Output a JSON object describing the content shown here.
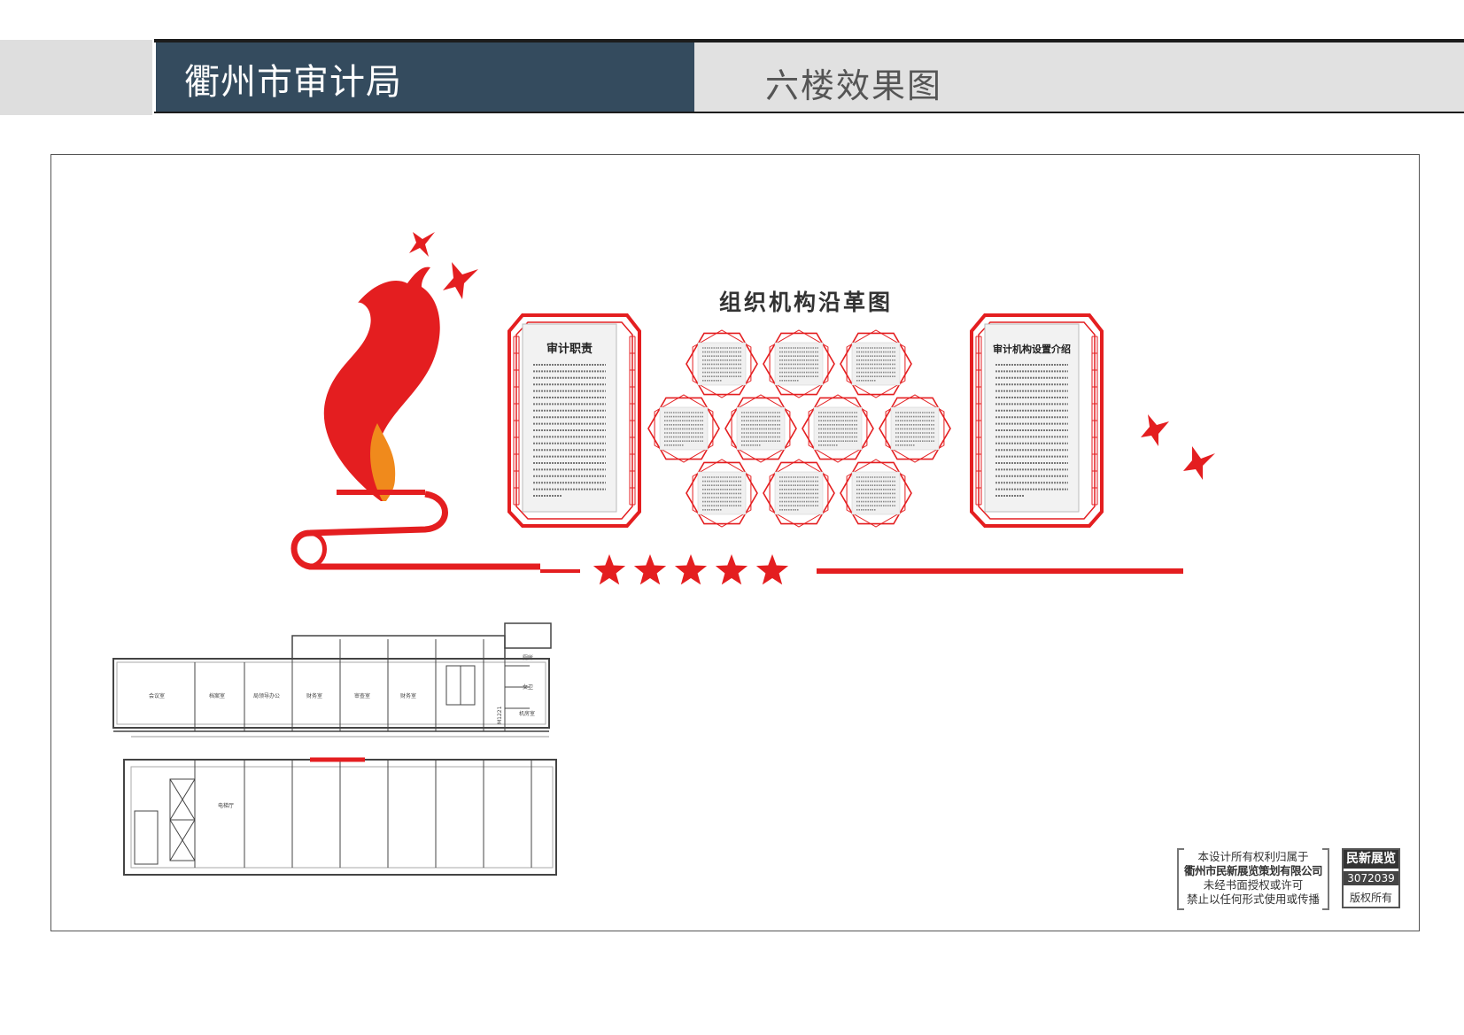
{
  "header": {
    "title": "衢州市审计局",
    "subtitle": "六楼效果图"
  },
  "wall": {
    "center_title": "组织机构沿革图",
    "left_panel_title": "审计职责",
    "right_panel_title": "审计机构设置介绍",
    "star_count": 5
  },
  "floor_plan": {
    "rooms": [
      "会议室",
      "档案室",
      "局领导办公",
      "财务室",
      "审查室",
      "财务室",
      "厕所",
      "女卫",
      "机房室",
      "电梯厅"
    ],
    "door_tag": "M1221"
  },
  "notice": {
    "lines": [
      "本设计所有权利归属于",
      "衢州市民新展览策划有限公司",
      "未经书面授权或许可",
      "禁止以任何形式使用或传播"
    ],
    "brand": "民新展览",
    "code": "3072039",
    "rights": "版权所有"
  },
  "colors": {
    "header_dark": "#344b5e",
    "header_light": "#e1e1e1",
    "accent_red": "#e41e20",
    "flame_orange": "#f08a1c"
  }
}
